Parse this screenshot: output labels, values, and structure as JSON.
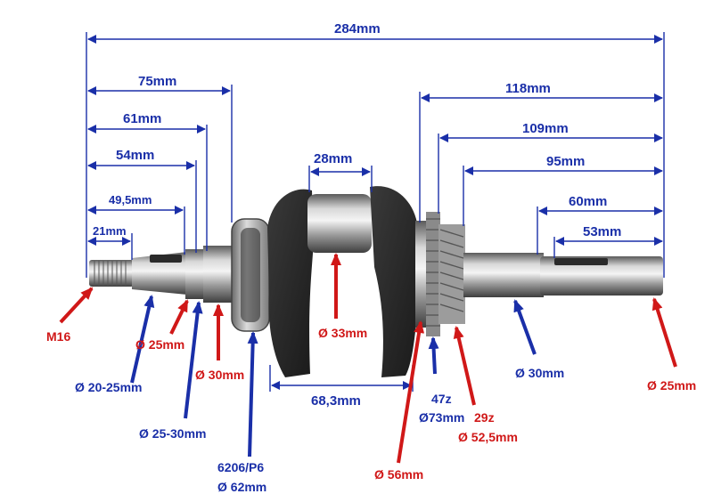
{
  "colors": {
    "dimension": "#1a2fa8",
    "callout_blue": "#1a2fa8",
    "callout_red": "#d01818"
  },
  "dimensions": {
    "total_length": "284mm",
    "d75": "75mm",
    "d61": "61mm",
    "d54": "54mm",
    "d49": "49,5mm",
    "d21": "21mm",
    "pin_width": "28mm",
    "d118": "118mm",
    "d109": "109mm",
    "d95": "95mm",
    "d60": "60mm",
    "d53": "53mm",
    "web_span": "68,3mm"
  },
  "callouts": {
    "thread": "M16",
    "taper_dia": "Ø 20-25mm",
    "shaft_25": "Ø 25mm",
    "journal_25_30": "Ø 25-30mm",
    "shaft_30_left": "Ø 30mm",
    "bearing_type": "6206/P6",
    "bearing_dia": "Ø 62mm",
    "crankpin_dia": "Ø 33mm",
    "flange_dia": "Ø 56mm",
    "gear47_teeth": "47z",
    "gear47_dia": "Ø73mm",
    "gear29_teeth": "29z",
    "gear29_dia": "Ø 52,5mm",
    "shaft_30_right": "Ø 30mm",
    "end_dia": "Ø 25mm"
  }
}
